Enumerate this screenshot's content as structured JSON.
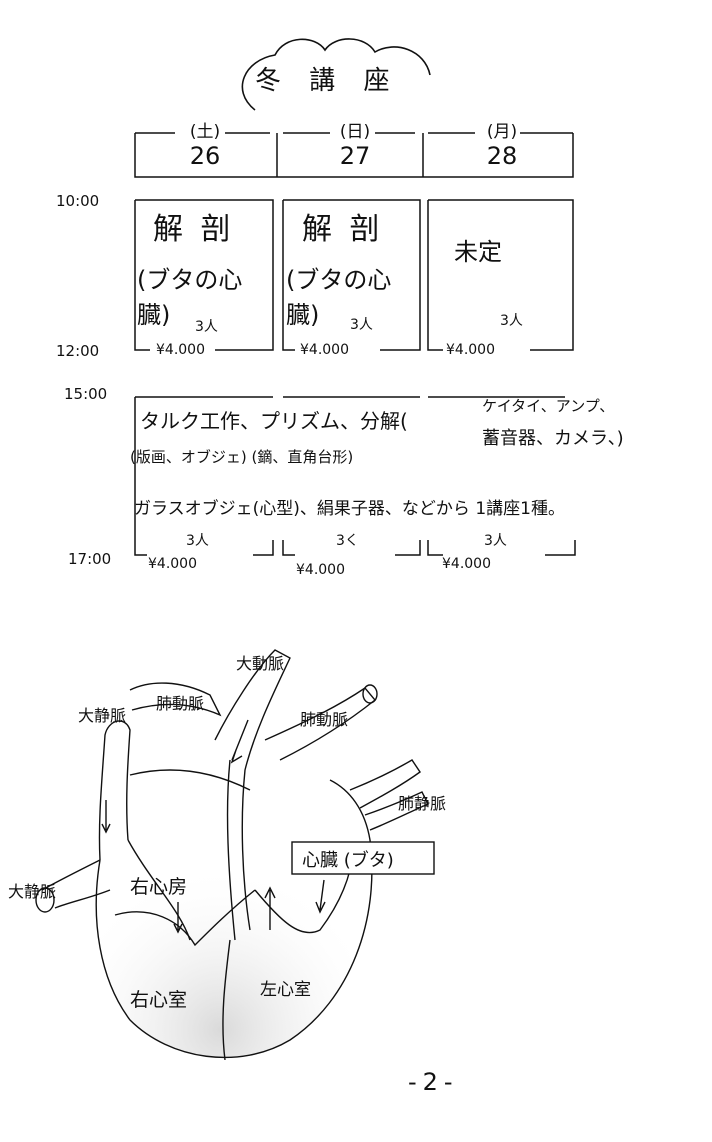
{
  "title": "冬 講 座",
  "days": [
    {
      "dow": "(土)",
      "date": "26"
    },
    {
      "dow": "(日)",
      "date": "27"
    },
    {
      "dow": "(月)",
      "date": "28"
    }
  ],
  "times": {
    "t1000": "10:00",
    "t1200": "12:00",
    "t1500": "15:00",
    "t1700": "17:00"
  },
  "morning": {
    "slot1": {
      "title": "解 剖",
      "sub": "(ブタの心臓)",
      "count": "3人",
      "price": "¥4.000"
    },
    "slot2": {
      "title": "解 剖",
      "sub": "(ブタの心臓)",
      "count": "3人",
      "price": "¥4.000"
    },
    "slot3": {
      "title": "未定",
      "count": "3人",
      "price": "¥4.000"
    }
  },
  "afternoon": {
    "line1": "タルク工作、プリズム、分解(",
    "paren_top": "ケイタイ、アンプ、",
    "paren_bottom": "蓄音器、カメラ、)",
    "line2": "(版画、オブジェ) (鏑、直角台形)",
    "line3": "ガラスオブジェ(心型)、絹果子器、などから 1講座1種。",
    "slots": [
      {
        "count": "3人",
        "price": "¥4.000"
      },
      {
        "count": "3く",
        "price": "¥4.000"
      },
      {
        "count": "3人",
        "price": "¥4.000"
      }
    ]
  },
  "diagram": {
    "aorta": "大動脈",
    "pulm_artery_left": "肺動脈",
    "pulm_artery_right": "肺動脈",
    "vena_cava_top": "大静脈",
    "vena_cava_left": "大静脈",
    "pulm_vein": "肺静脈",
    "right_atrium": "右心房",
    "right_ventricle": "右心室",
    "left_ventricle": "左心室",
    "caption": "心臓 (ブタ)"
  },
  "page_number": "-2-"
}
